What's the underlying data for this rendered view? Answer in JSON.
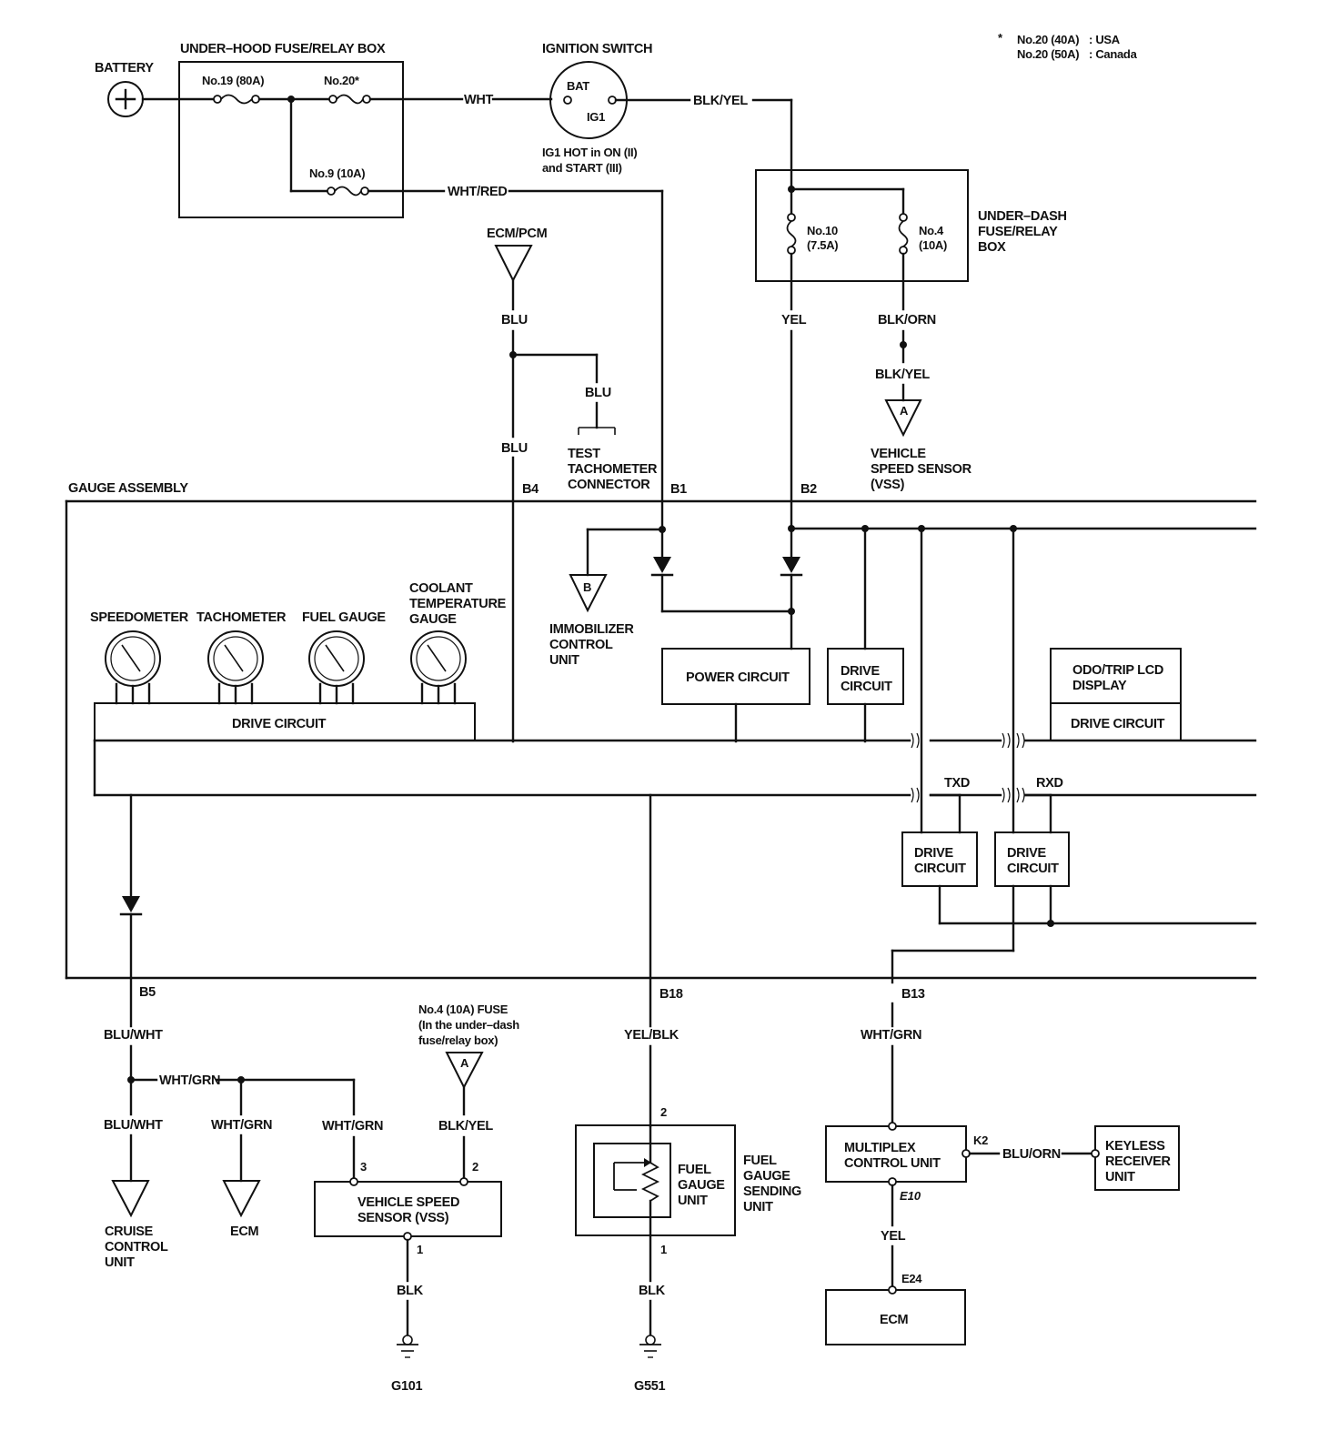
{
  "notes": {
    "asterisk": "*",
    "usa_fuse": "No.20 (40A)",
    "usa_label": ": USA",
    "canada_fuse": "No.20 (50A)",
    "canada_label": ": Canada"
  },
  "power": {
    "battery": "BATTERY",
    "underhood_box": "UNDER–HOOD FUSE/RELAY BOX",
    "fuse19": "No.19 (80A)",
    "fuse20": "No.20*",
    "fuse9": "No.9 (10A)",
    "ignition_switch": "IGNITION SWITCH",
    "bat": "BAT",
    "ig1": "IG1",
    "ig1_note_1": "IG1 HOT in ON (II)",
    "ig1_note_2": "and START (III)",
    "underdash_1": "UNDER–DASH",
    "underdash_2": "FUSE/RELAY",
    "underdash_3": "BOX",
    "fuse10_a": "No.10",
    "fuse10_b": "(7.5A)",
    "fuse4_a": "No.4",
    "fuse4_b": "(10A)"
  },
  "wires": {
    "wht": "WHT",
    "wht_red": "WHT/RED",
    "blk_yel_top": "BLK/YEL",
    "yel_top": "YEL",
    "blk_orn": "BLK/ORN",
    "blk_yel_vss": "BLK/YEL",
    "blu_1": "BLU",
    "blu_2": "BLU",
    "blu_3": "BLU",
    "blu_wht_1": "BLU/WHT",
    "blu_wht_2": "BLU/WHT",
    "wht_grn_h": "WHT/GRN",
    "wht_grn_ecm": "WHT/GRN",
    "wht_grn_vss": "WHT/GRN",
    "blk_yel_bottom": "BLK/YEL",
    "yel_blk": "YEL/BLK",
    "wht_grn_b13": "WHT/GRN",
    "blu_orn": "BLU/ORN",
    "yel_bottom": "YEL",
    "blk_1": "BLK",
    "blk_2": "BLK"
  },
  "pins": {
    "b1": "B1",
    "b2": "B2",
    "b4": "B4",
    "b5": "B5",
    "b13": "B13",
    "b18": "B18",
    "p2_top": "2",
    "p1_fuel": "1",
    "p3_vss": "3",
    "p2_vss": "2",
    "p1_vss": "1",
    "k2": "K2",
    "e10": "E10",
    "e24": "E24",
    "txd": "TXD",
    "rxd": "RXD"
  },
  "connectors": {
    "a_top": "A",
    "a_bottom": "A",
    "b": "B"
  },
  "components": {
    "ecm_pcm": "ECM/PCM",
    "test_tach_1": "TEST",
    "test_tach_2": "TACHOMETER",
    "test_tach_3": "CONNECTOR",
    "vss_top_1": "VEHICLE",
    "vss_top_2": "SPEED SENSOR",
    "vss_top_3": "(VSS)",
    "gauge_assembly": "GAUGE ASSEMBLY",
    "immob_1": "IMMOBILIZER",
    "immob_2": "CONTROL",
    "immob_3": "UNIT",
    "speedometer": "SPEEDOMETER",
    "tachometer": "TACHOMETER",
    "fuel_gauge": "FUEL GAUGE",
    "coolant_1": "COOLANT",
    "coolant_2": "TEMPERATURE",
    "coolant_3": "GAUGE",
    "drive_circuit_main": "DRIVE CIRCUIT",
    "power_circuit": "POWER CIRCUIT",
    "drive_1a": "DRIVE",
    "drive_1b": "CIRCUIT",
    "odo_1": "ODO/TRIP LCD",
    "odo_2": "DISPLAY",
    "drive_odo": "DRIVE CIRCUIT",
    "drive_txd_a": "DRIVE",
    "drive_txd_b": "CIRCUIT",
    "drive_rxd_a": "DRIVE",
    "drive_rxd_b": "CIRCUIT",
    "no4_fuse_1": "No.4 (10A) FUSE",
    "no4_fuse_2": "(In the under–dash",
    "no4_fuse_3": "fuse/relay box)",
    "cruise_1": "CRUISE",
    "cruise_2": "CONTROL",
    "cruise_3": "UNIT",
    "ecm_left": "ECM",
    "vss_box_1": "VEHICLE SPEED",
    "vss_box_2": "SENSOR (VSS)",
    "fuel_unit_1": "FUEL",
    "fuel_unit_2": "GAUGE",
    "fuel_unit_3": "UNIT",
    "fuel_send_1": "FUEL",
    "fuel_send_2": "GAUGE",
    "fuel_send_3": "SENDING",
    "fuel_send_4": "UNIT",
    "mux_1": "MULTIPLEX",
    "mux_2": "CONTROL UNIT",
    "keyless_1": "KEYLESS",
    "keyless_2": "RECEIVER",
    "keyless_3": "UNIT",
    "ecm_box": "ECM",
    "g101": "G101",
    "g551": "G551"
  }
}
